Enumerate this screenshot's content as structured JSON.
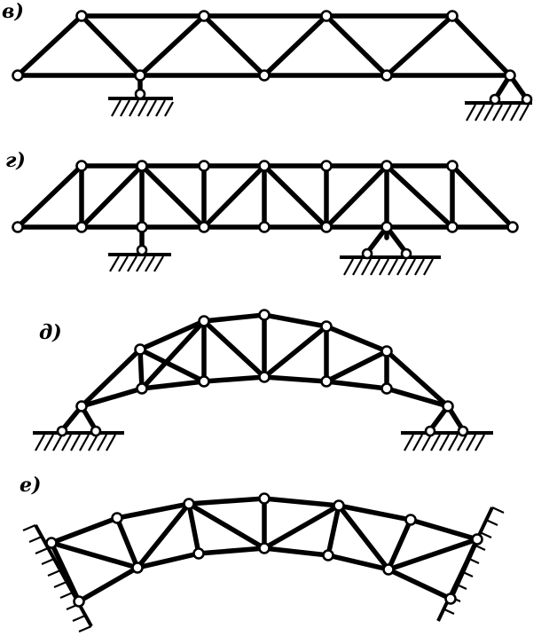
{
  "diagram": {
    "panels": [
      {
        "id": "v",
        "label": "в)"
      },
      {
        "id": "g",
        "label": "г)"
      },
      {
        "id": "d",
        "label": "д)"
      },
      {
        "id": "e",
        "label": "е)"
      }
    ]
  }
}
